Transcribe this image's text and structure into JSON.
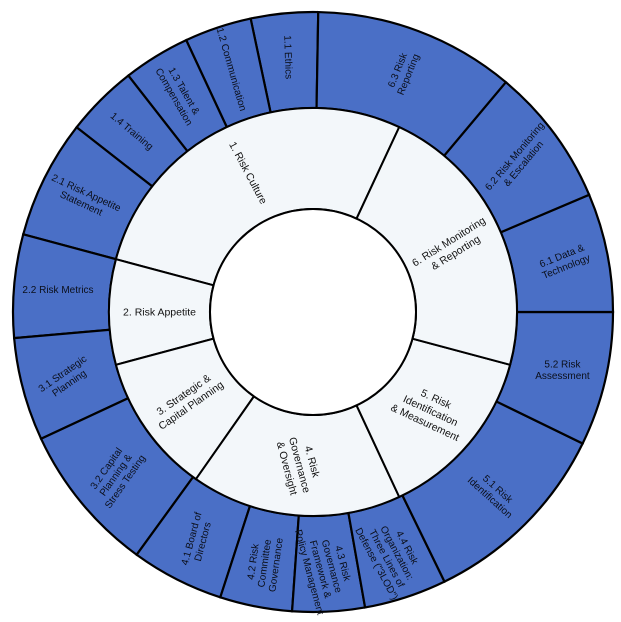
{
  "diagram": {
    "inner": [
      {
        "id": "1",
        "lines": [
          "1. Risk Culture"
        ]
      },
      {
        "id": "2",
        "lines": [
          "2. Risk Appetite"
        ]
      },
      {
        "id": "3",
        "lines": [
          "3. Strategic &",
          "Capital Planning"
        ]
      },
      {
        "id": "4",
        "lines": [
          "4. Risk",
          "Governance",
          "& Oversight"
        ]
      },
      {
        "id": "5",
        "lines": [
          "5. Risk",
          "Identification",
          "& Measurement"
        ]
      },
      {
        "id": "6",
        "lines": [
          "6. Risk Monitoring",
          "& Reporting"
        ]
      }
    ],
    "outer": [
      {
        "id": "1.1",
        "lines": [
          "1.1 Ethics"
        ]
      },
      {
        "id": "1.2",
        "lines": [
          "1.2 Communication"
        ]
      },
      {
        "id": "1.3",
        "lines": [
          "1.3 Talent &",
          "Compensation"
        ]
      },
      {
        "id": "1.4",
        "lines": [
          "1.4 Training"
        ]
      },
      {
        "id": "2.1",
        "lines": [
          "2.1 Risk Appetite",
          "Statement"
        ]
      },
      {
        "id": "2.2",
        "lines": [
          "2.2 Risk Metrics"
        ]
      },
      {
        "id": "3.1",
        "lines": [
          "3.1 Strategic",
          "Planning"
        ]
      },
      {
        "id": "3.2",
        "lines": [
          "3.2 Capital",
          "Planning &",
          "Stress Testing"
        ]
      },
      {
        "id": "4.1",
        "lines": [
          "4.1 Board of",
          "Directors"
        ]
      },
      {
        "id": "4.2",
        "lines": [
          "4.2 Risk",
          "Committee",
          "Governance"
        ]
      },
      {
        "id": "4.3",
        "lines": [
          "4.3 Risk",
          "Governance",
          "Framework &",
          "Policy Management"
        ]
      },
      {
        "id": "4.4",
        "lines": [
          "4.4 Risk",
          "Organization:",
          "Three Lines of",
          "Defense (\"3LOD\")"
        ]
      },
      {
        "id": "5.1",
        "lines": [
          "5.1 Risk",
          "Identification"
        ]
      },
      {
        "id": "5.2",
        "lines": [
          "5.2 Risk",
          "Assessment"
        ]
      },
      {
        "id": "6.1",
        "lines": [
          "6.1 Data &",
          "Technology"
        ]
      },
      {
        "id": "6.2",
        "lines": [
          "6.2 Risk Monitoring",
          "& Escalation"
        ]
      },
      {
        "id": "6.3",
        "lines": [
          "6.3 Risk",
          "Reporting"
        ]
      }
    ],
    "colors": {
      "outer_fill": "#4a6fc6",
      "inner_fill": "#f3f7fa",
      "stroke": "#000000"
    }
  }
}
